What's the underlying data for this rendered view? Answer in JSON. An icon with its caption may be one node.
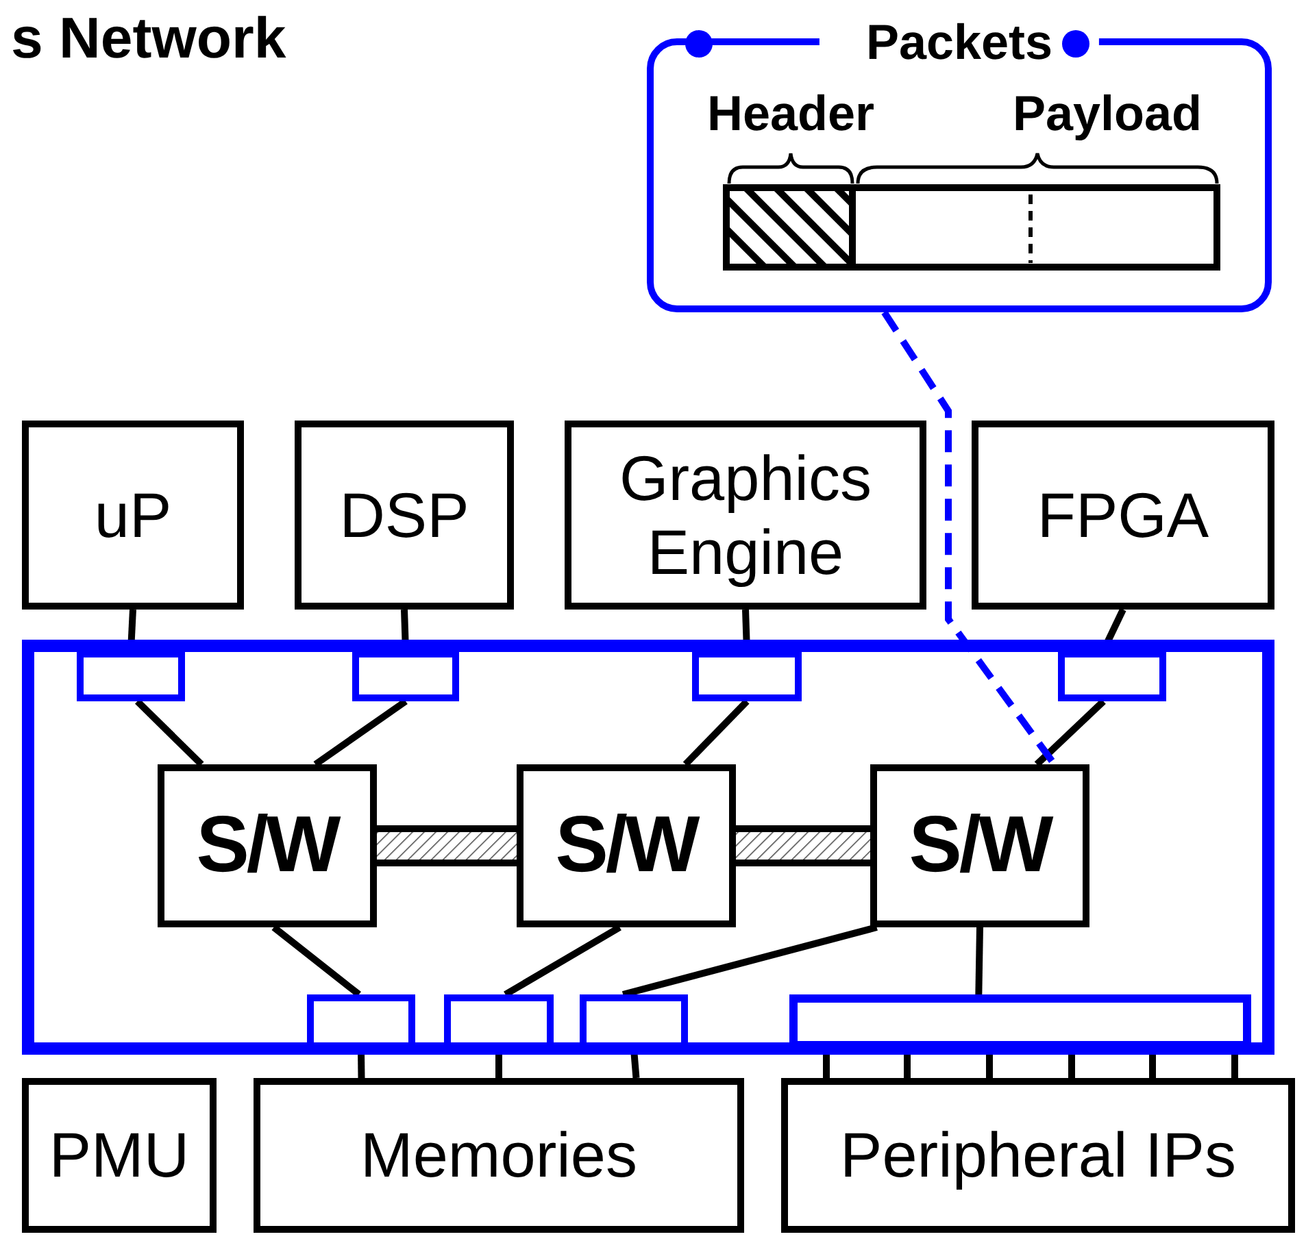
{
  "diagram": {
    "title": "s Network",
    "nodes": [
      {
        "text": [
          "Packets"
        ]
      },
      {
        "text": [
          "uP"
        ]
      },
      {
        "text": [
          "DSP"
        ]
      },
      {
        "text": [
          "Graphics Engine"
        ]
      },
      {
        "text": [
          "FPGA"
        ]
      },
      {
        "text": [],
        "shape": "box"
      },
      {
        "text": [],
        "shape": "box",
        "in": 5
      },
      {
        "text": [],
        "shape": "box",
        "in": 5
      },
      {
        "text": [],
        "shape": "box",
        "in": 5
      },
      {
        "text": [],
        "shape": "box",
        "in": 5
      },
      {
        "text": [
          "S/W"
        ],
        "in": 5
      },
      {
        "text": [
          "S/W"
        ],
        "in": 5
      },
      {
        "text": [
          "S/W"
        ],
        "in": 5
      },
      {
        "text": [],
        "shape": "box",
        "in": 5
      },
      {
        "text": [],
        "shape": "box",
        "in": 5
      },
      {
        "text": [],
        "shape": "box",
        "in": 5
      },
      {
        "text": [],
        "shape": "bar",
        "in": 5
      },
      {
        "text": [
          "PMU"
        ]
      },
      {
        "text": [
          "Memories"
        ]
      },
      {
        "text": [
          "Peripheral IPs"
        ]
      }
    ],
    "edges": [
      {
        "from": 1,
        "to": 6,
        "arrow": "none"
      },
      {
        "from": 2,
        "to": 7,
        "arrow": "none"
      },
      {
        "from": 3,
        "to": 8,
        "arrow": "none"
      },
      {
        "from": 4,
        "to": 9,
        "arrow": "none"
      },
      {
        "from": 6,
        "to": 10,
        "arrow": "none"
      },
      {
        "from": 7,
        "to": 10,
        "arrow": "none"
      },
      {
        "from": 8,
        "to": 11,
        "arrow": "none"
      },
      {
        "from": 9,
        "to": 12,
        "arrow": "none"
      },
      {
        "from": 10,
        "to": 11,
        "arrow": "none",
        "style": "thick"
      },
      {
        "from": 11,
        "to": 12,
        "arrow": "none",
        "style": "thick"
      },
      {
        "from": 10,
        "to": 13,
        "arrow": "none"
      },
      {
        "from": 11,
        "to": 14,
        "arrow": "none"
      },
      {
        "from": 12,
        "to": 15,
        "arrow": "none"
      },
      {
        "from": 12,
        "to": 16,
        "arrow": "none"
      },
      {
        "from": 13,
        "to": 18,
        "arrow": "none"
      },
      {
        "from": 14,
        "to": 18,
        "arrow": "none"
      },
      {
        "from": 15,
        "to": 18,
        "arrow": "none"
      },
      {
        "from": 16,
        "to": 19,
        "arrow": "none"
      },
      {
        "from": 16,
        "to": 19,
        "arrow": "none"
      },
      {
        "from": 16,
        "to": 19,
        "arrow": "none"
      },
      {
        "from": 16,
        "to": 19,
        "arrow": "none"
      },
      {
        "from": 16,
        "to": 19,
        "arrow": "none"
      },
      {
        "from": 16,
        "to": 19,
        "arrow": "none"
      },
      {
        "from": 0,
        "to": 12,
        "arrow": "none",
        "style": "dashed",
        "color": "#0000ff"
      }
    ],
    "labels": [
      "Header",
      "Payload"
    ]
  }
}
